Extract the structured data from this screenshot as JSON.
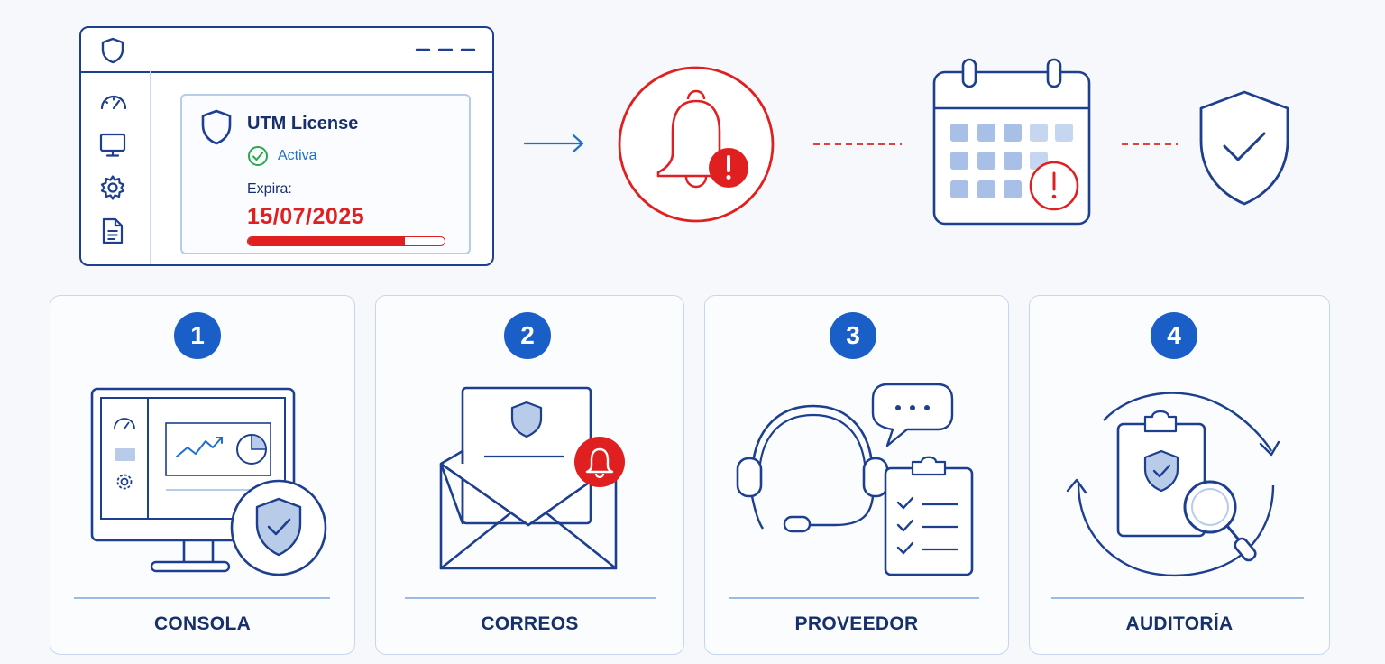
{
  "license_card": {
    "title": "UTM License",
    "status": "Activa",
    "expires_label": "Expira:",
    "expiry_date": "15/07/2025",
    "time_bar_fraction": 0.8
  },
  "steps": [
    {
      "number": "1",
      "label": "CONSOLA",
      "icon": "monitor-shield-icon"
    },
    {
      "number": "2",
      "label": "CORREOS",
      "icon": "envelope-bell-icon"
    },
    {
      "number": "3",
      "label": "PROVEEDOR",
      "icon": "headset-checklist-icon"
    },
    {
      "number": "4",
      "label": "AUDITORÍA",
      "icon": "audit-cycle-icon"
    }
  ],
  "colors": {
    "navy": "#1d3f8f",
    "blue": "#1a5fc8",
    "alert_red": "#e02020",
    "active_green": "#2aa84a"
  }
}
